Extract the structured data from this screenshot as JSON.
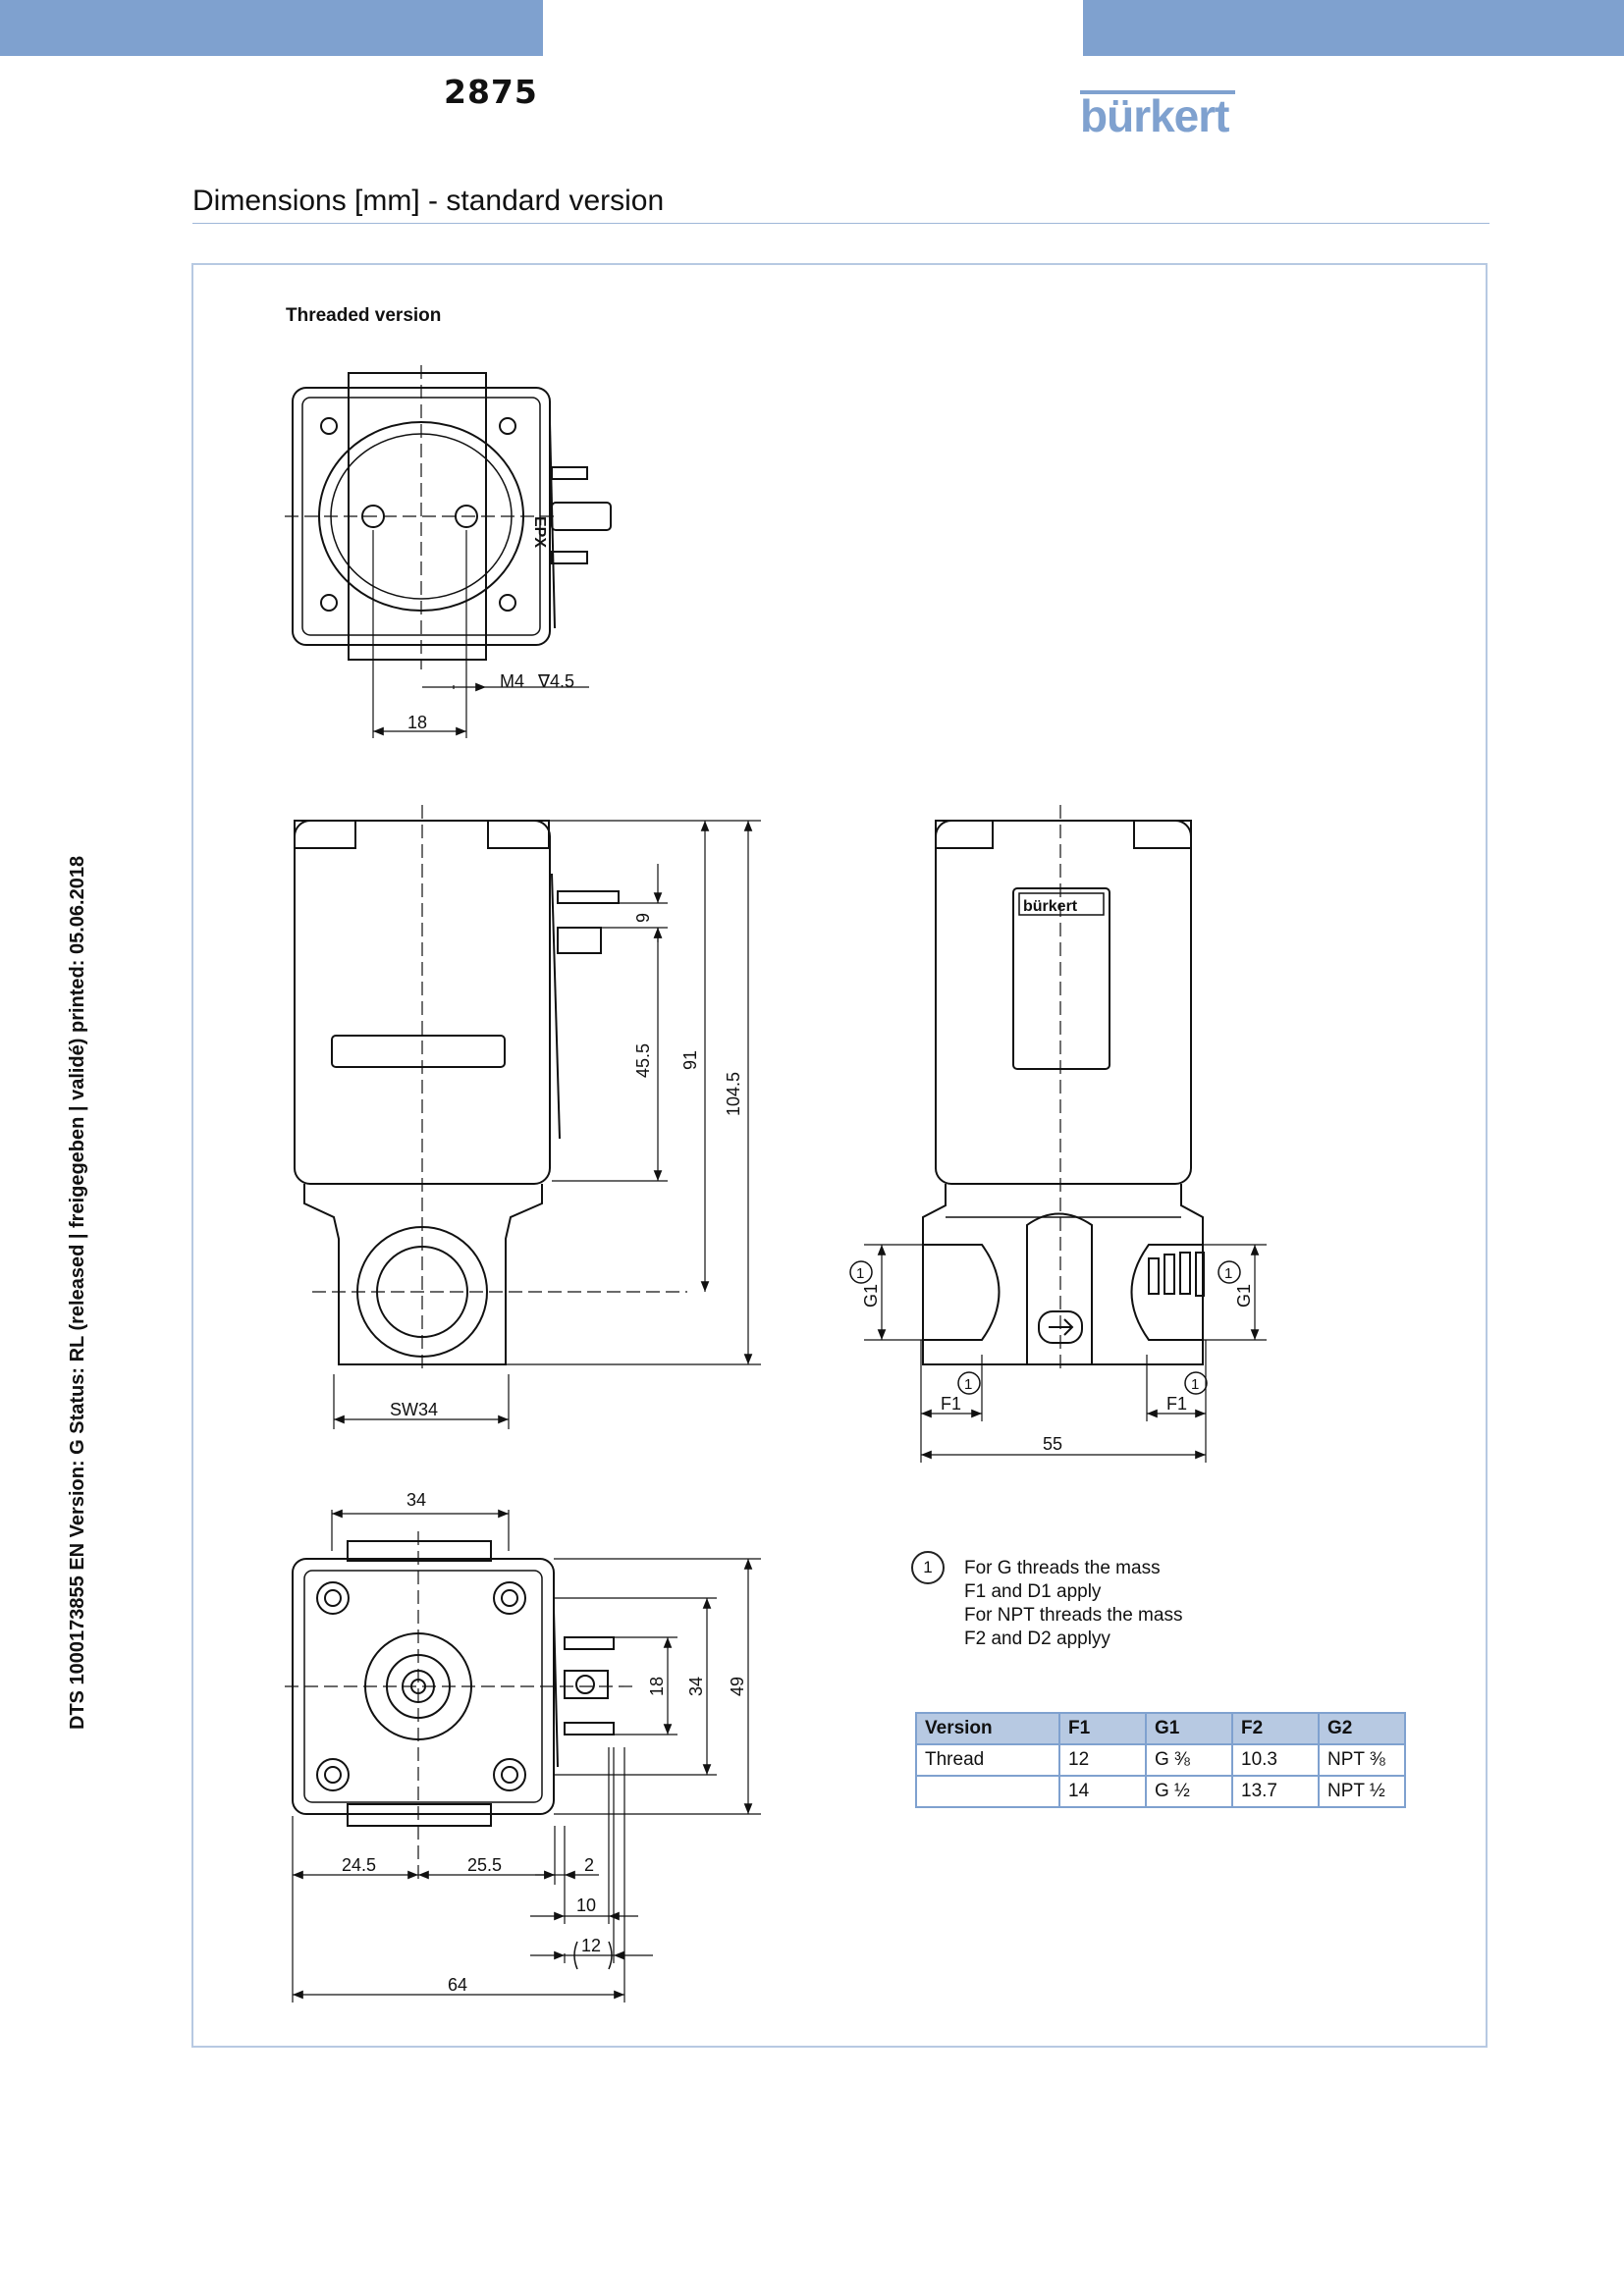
{
  "header": {
    "model": "2875",
    "brand": "bürkert",
    "accent_color": "#7fa1cf"
  },
  "section": {
    "title": "Dimensions [mm] - standard version",
    "subtitle": "Threaded version"
  },
  "sidebar_text": "DTS  1000173855  EN  Version: G Status: RL (released | freigegeben | validé)  printed: 05.06.2018",
  "drawing": {
    "top_view": {
      "thread_label": "M4",
      "depth_label": "∇4.5",
      "dim_18": "18",
      "coil_mark": "EPX"
    },
    "front_view": {
      "dim_9": "9",
      "dim_45_5": "45.5",
      "dim_91": "91",
      "dim_104_5": "104.5",
      "dim_sw34": "SW34"
    },
    "side_view": {
      "coil_brand": "bürkert",
      "g1_left": "G1",
      "g1_right": "G1",
      "f1_left": "F1",
      "f1_right": "F1",
      "dim_55": "55",
      "ref": "1"
    },
    "bottom_view": {
      "dim_34_top": "34",
      "dim_18": "18",
      "dim_34": "34",
      "dim_49": "49",
      "dim_24_5": "24.5",
      "dim_25_5": "25.5",
      "dim_2": "2",
      "dim_10": "10",
      "dim_12": "12",
      "dim_64": "64"
    }
  },
  "note": {
    "marker": "1",
    "lines": [
      "For G threads the mass",
      "F1 and D1 apply",
      "For NPT threads the mass",
      "F2 and D2 applyy"
    ]
  },
  "table": {
    "headers": [
      "Version",
      "F1",
      "G1",
      "F2",
      "G2"
    ],
    "rows": [
      [
        "Thread",
        "12",
        "G ⅜",
        "10.3",
        "NPT ⅜"
      ],
      [
        "",
        "14",
        "G ½",
        "13.7",
        "NPT ½"
      ]
    ]
  }
}
